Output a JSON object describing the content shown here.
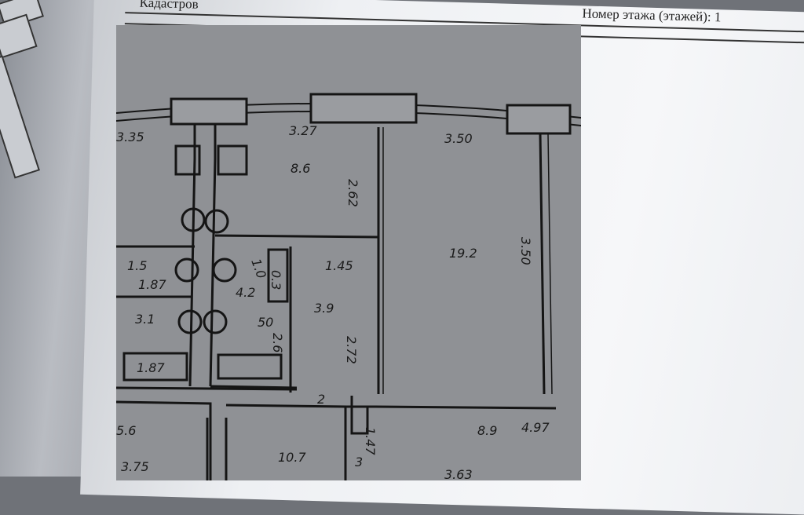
{
  "header": {
    "cadastral_label": "Кадастров",
    "floor_label": "Номер этажа (этажей): 1"
  },
  "plan": {
    "labels": {
      "kitchen_width": "3.27",
      "room_width_top": "3.50",
      "kitchen_area": "8.6",
      "kitchen_length": "2.62",
      "room_area": "19.2",
      "room_length": "3.50",
      "hall_width": "1.45",
      "hall_area": "3.9",
      "hall_length": "2.72",
      "bath_area": "4.2",
      "bath_dim": "1.0",
      "closet_area": "0.3",
      "bath_dim2": "50",
      "bath_dim3": "2.6",
      "door_dim": "2",
      "bottom_area_1": "10.7",
      "bottom_dim_1": "1.47",
      "bottom_area_2": "8.9",
      "bottom_dim_2": "4.97",
      "bottom_dim_3": "3.63",
      "left_dim_1": "3.35",
      "left_area_1": "1.5",
      "left_dim_2": "1.87",
      "left_area_2": "3.1",
      "left_dim_3": "1.87",
      "left_area_3": "5.6",
      "left_dim_4": "3.75",
      "stair_dim": "3"
    }
  }
}
